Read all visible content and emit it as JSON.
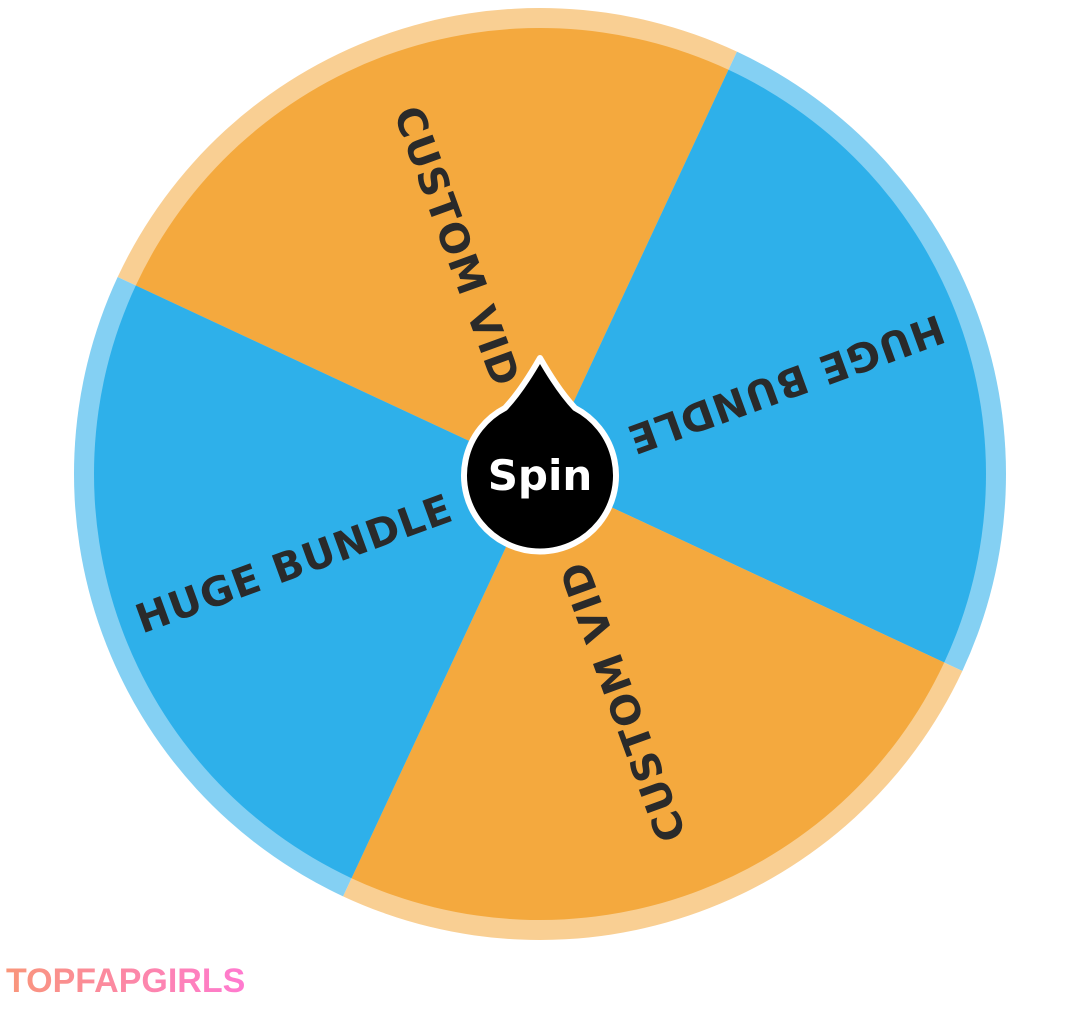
{
  "wheel": {
    "segments": [
      {
        "label": "CUSTOM VID",
        "color": "#f4a93e",
        "rim": "#f9cf93"
      },
      {
        "label": "HUGE BUNDLE",
        "color": "#2eb0ea",
        "rim": "#84d0f3"
      },
      {
        "label": "CUSTOM VID",
        "color": "#f4a93e",
        "rim": "#f9cf93"
      },
      {
        "label": "HUGE BUNDLE",
        "color": "#2eb0ea",
        "rim": "#84d0f3"
      }
    ],
    "spin_label": "Spin"
  },
  "watermark": "TOPFAPGIRLS"
}
